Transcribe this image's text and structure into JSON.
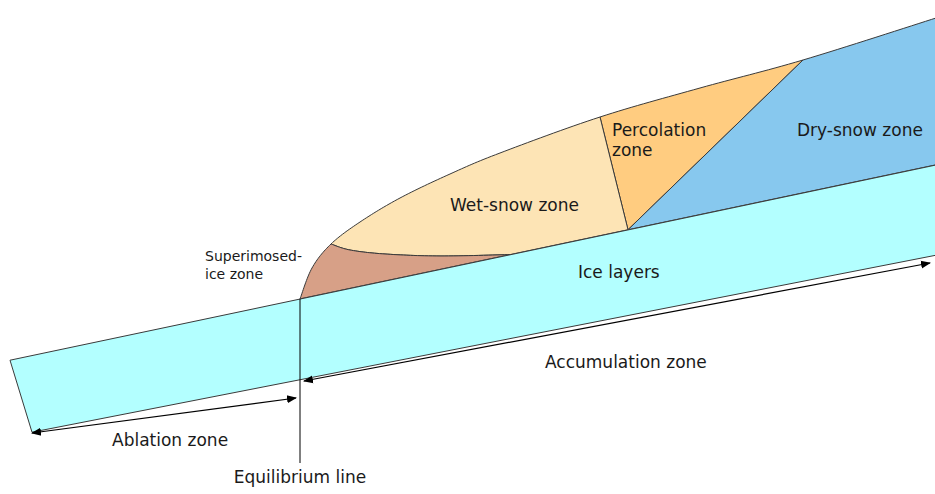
{
  "diagram": {
    "nodes": [
      {
        "text": [
          "Percolation zone"
        ]
      },
      {
        "text": [
          "Dry-snow zone"
        ]
      },
      {
        "text": [
          "Wet-snow zone"
        ]
      },
      {
        "text": [
          "Superimosed- ice zone"
        ]
      },
      {
        "text": [
          "Ice layers"
        ]
      }
    ],
    "labels": [
      "Accumulation zone",
      "Ablation zone",
      "Equilibrium line"
    ]
  }
}
